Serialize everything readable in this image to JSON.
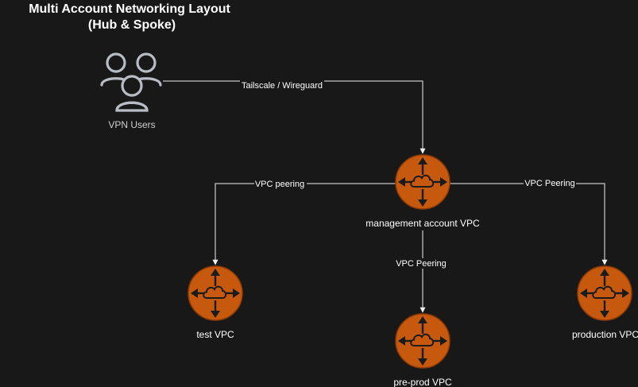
{
  "diagram": {
    "title_line1": "Multi Account Networking Layout",
    "title_line2": "(Hub & Spoke)",
    "colors": {
      "background": "#181818",
      "router_fill": "#C7590F",
      "router_dark": "#8E3A05",
      "router_icon": "#1b1b1b",
      "users_icon": "#b8bcc4",
      "edge": "#f0f0f0",
      "text": "#ffffff"
    },
    "nodes": {
      "vpn_users": {
        "label": "VPN Users",
        "icon": "users-icon"
      },
      "management": {
        "label": "management account VPC",
        "icon": "router-icon"
      },
      "test": {
        "label": "test VPC",
        "icon": "router-icon"
      },
      "preprod": {
        "label": "pre-prod VPC",
        "icon": "router-icon"
      },
      "production": {
        "label": "production VPC",
        "icon": "router-icon"
      }
    },
    "edges": {
      "users_to_mgmt": {
        "label": "Tailscale / Wireguard"
      },
      "mgmt_to_test": {
        "label": "VPC peering"
      },
      "mgmt_to_production": {
        "label": "VPC Peering"
      },
      "mgmt_to_preprod": {
        "label": "VPC Peering"
      }
    }
  }
}
